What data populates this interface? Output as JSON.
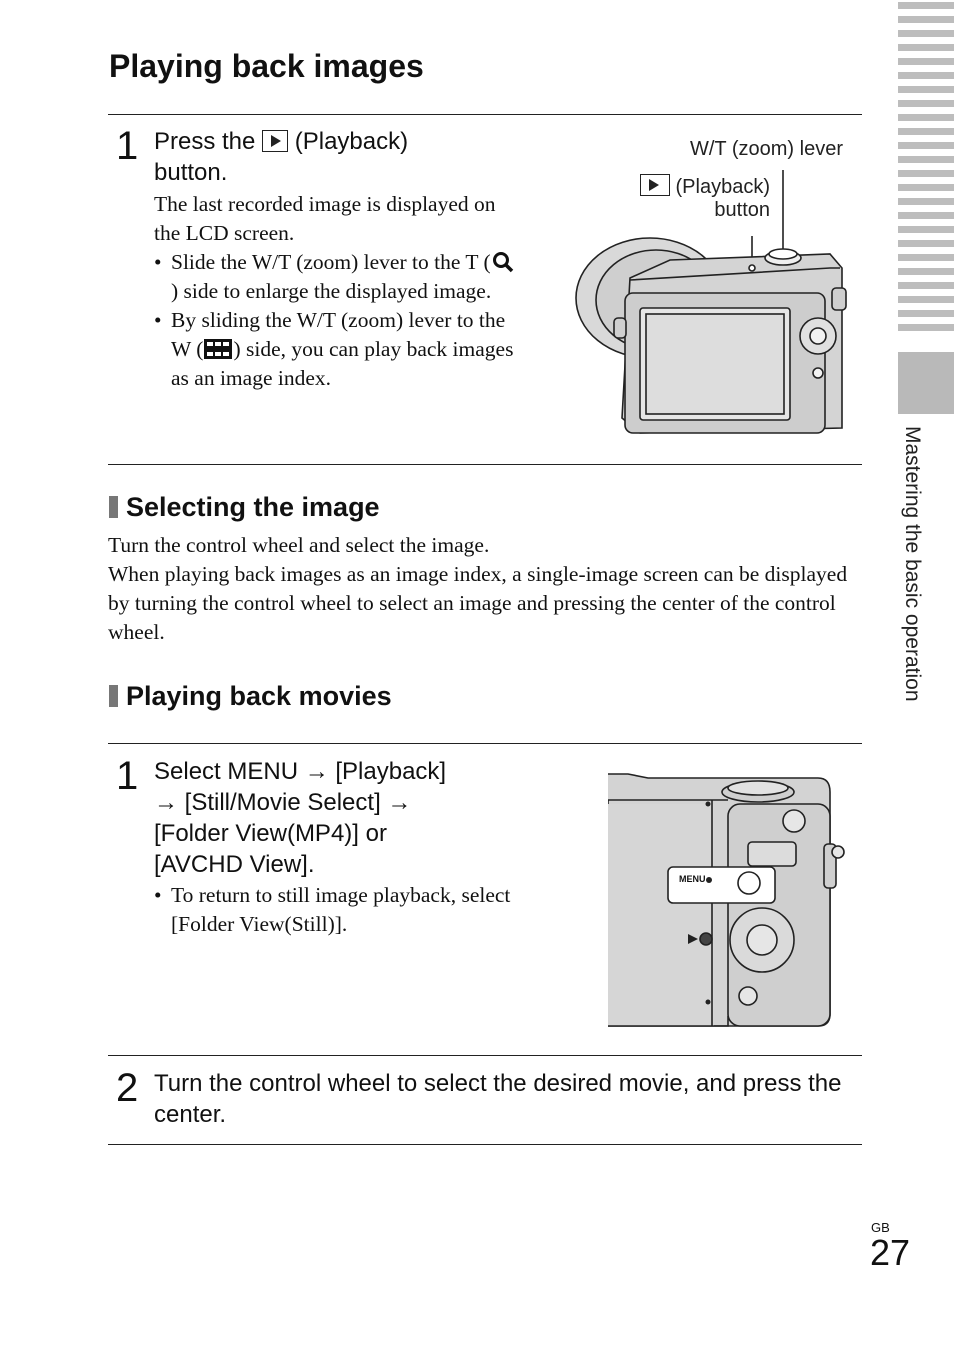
{
  "page": {
    "title": "Playing back images",
    "side_label": "Mastering the basic operation",
    "region": "GB",
    "number": "27"
  },
  "step1": {
    "num": "1",
    "head_pre": "Press the",
    "head_post": "(Playback)",
    "head_line2": "button.",
    "body": "The last recorded image is displayed on the LCD screen.",
    "bullets": [
      {
        "pre": "Slide the W/T (zoom) lever to the T (",
        "post": ") side to enlarge the displayed image."
      },
      {
        "pre": "By sliding the W/T (zoom) lever to the W (",
        "post": ") side, you can play back images as an image index."
      }
    ],
    "callout_zoom": "W/T (zoom) lever",
    "callout_play1": "(Playback)",
    "callout_play2": "button"
  },
  "select": {
    "heading": "Selecting the image",
    "text1": "Turn the control wheel and select the image.",
    "text2": "When playing back images as an image index, a single-image screen can be displayed by turning the control wheel to select an image and pressing the center of the control wheel."
  },
  "movies": {
    "heading": "Playing back movies",
    "step1_num": "1",
    "step1_lines": [
      "Select MENU → [Playback]",
      "→ [Still/Movie Select] →",
      "[Folder View(MP4)] or",
      "[AVCHD View]."
    ],
    "step1_bullet": "To return to still image playback, select [Folder View(Still)].",
    "menu_label": "MENU",
    "step2_num": "2",
    "step2_text": "Turn the control wheel to select the desired movie, and press the center."
  }
}
